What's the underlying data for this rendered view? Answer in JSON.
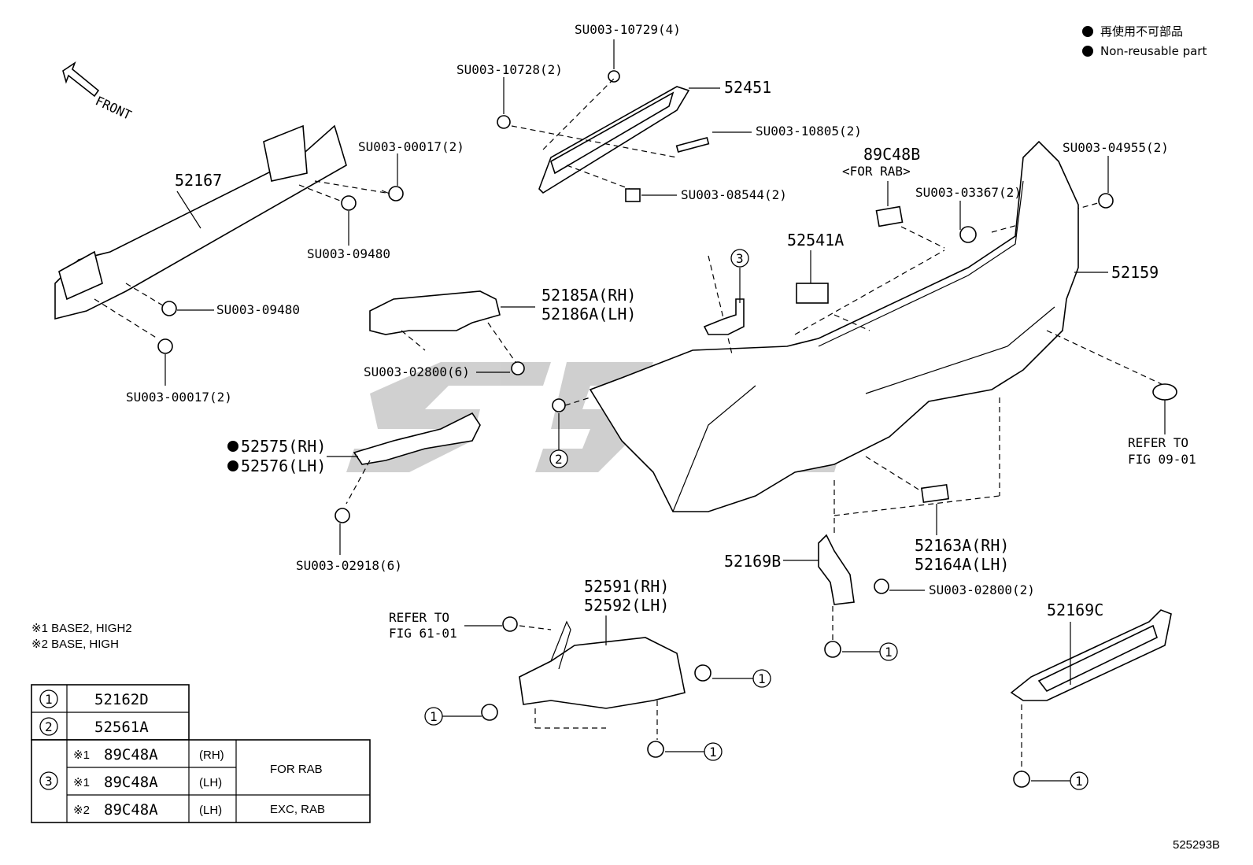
{
  "legend": {
    "items": [
      {
        "text": "再使用不可部品"
      },
      {
        "text": "Non-reusable part"
      }
    ]
  },
  "front_label": "FRONT",
  "labels": {
    "l52167": "52167",
    "su00017_top": "SU003-00017(2)",
    "su09480_a": "SU003-09480",
    "su09480_b": "SU003-09480",
    "su00017_bot": "SU003-00017(2)",
    "su10729": "SU003-10729(4)",
    "su10728": "SU003-10728(2)",
    "l52451": "52451",
    "su10805": "SU003-10805(2)",
    "su08544": "SU003-08544(2)",
    "l89c48b": "89C48B",
    "for_rab": "<FOR RAB>",
    "su03367": "SU003-03367(2)",
    "su04955": "SU003-04955(2)",
    "l52541a": "52541A",
    "l52159": "52159",
    "l52185a": "52185A(RH)",
    "l52186a": "52186A(LH)",
    "su02800_6": "SU003-02800(6)",
    "l52575": "52575(RH)",
    "l52576": "52576(LH)",
    "su02918": "SU003-02918(6)",
    "refer_0901_a": "REFER TO",
    "refer_0901_b": "FIG 09-01",
    "l52163a": "52163A(RH)",
    "l52164a": "52164A(LH)",
    "l52169b": "52169B",
    "su02800_2": "SU003-02800(2)",
    "l52591": "52591(RH)",
    "l52592": "52592(LH)",
    "refer_6101_a": "REFER TO",
    "refer_6101_b": "FIG 61-01",
    "l52169c": "52169C",
    "note1": "※1 BASE2, HIGH2",
    "note2": "※2 BASE, HIGH",
    "fig_code": "525293B"
  },
  "circle_refs": [
    "1",
    "2",
    "3"
  ],
  "table": {
    "rows": [
      {
        "ref": "1",
        "part": "52162D"
      },
      {
        "ref": "2",
        "part": "52561A"
      }
    ],
    "ref3": "3",
    "sub_rows": [
      {
        "mark": "※1",
        "part": "89C48A",
        "side": "(RH)"
      },
      {
        "mark": "※1",
        "part": "89C48A",
        "side": "(LH)"
      },
      {
        "mark": "※2",
        "part": "89C48A",
        "side": "(LH)"
      }
    ],
    "for_rab": "FOR RAB",
    "exc_rab": "EXC, RAB"
  }
}
